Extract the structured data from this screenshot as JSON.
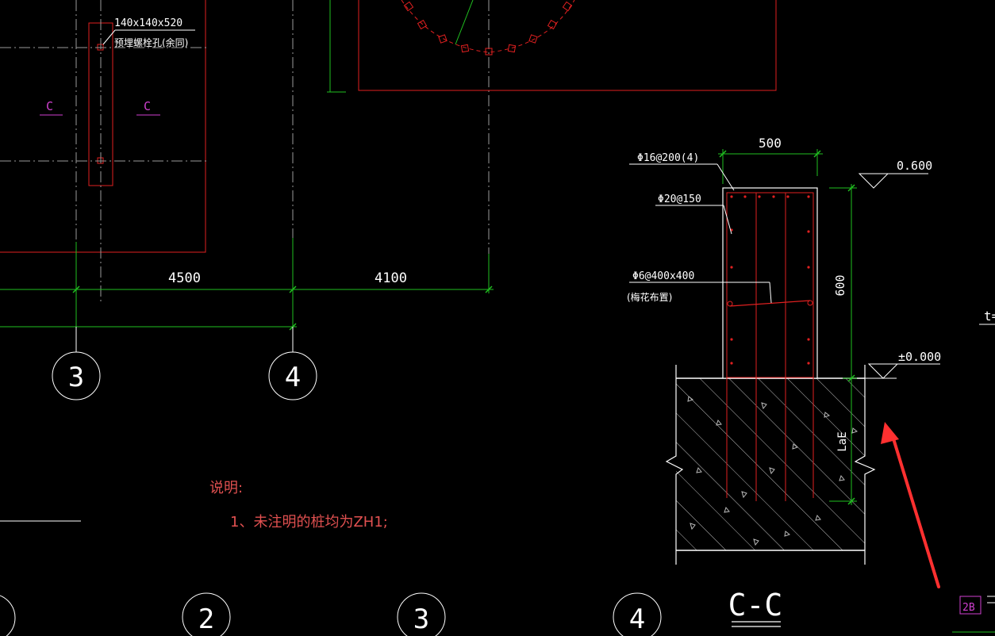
{
  "colors": {
    "background": "#000000",
    "outline_red": "#e02020",
    "dim_green": "#20c020",
    "axis_white": "#ffffff",
    "note_red": "#e05050",
    "section_magenta": "#d040d0",
    "arrow_red": "#ff3030"
  },
  "plan": {
    "bolt_hole_dim": "140x140x520",
    "bolt_hole_note": "预埋螺栓孔(余同)",
    "section_mark_left": "C",
    "section_mark_right": "C",
    "span_3_4": "4500",
    "span_4_next": "4100",
    "axis_label_3": "3",
    "axis_label_4": "4"
  },
  "bottom_axes": {
    "axis_2": "2",
    "axis_3": "3",
    "axis_4": "4"
  },
  "notes": {
    "heading": "说明:",
    "item_1": "1、未注明的桩均为ZH1;"
  },
  "section_cc": {
    "width_dim": "500",
    "stirrup_label": "Φ16@200(4)",
    "vertical_bar_label": "Φ20@150",
    "tie_label": "Φ6@400x400",
    "tie_note": "(梅花布置)",
    "height_dim": "600",
    "anchor_label": "LaE",
    "top_elevation": "0.600",
    "ground_elevation": "±0.000",
    "title": "C-C"
  },
  "edge_labels": {
    "right_partial": "t=",
    "corner_tag": "2B"
  }
}
